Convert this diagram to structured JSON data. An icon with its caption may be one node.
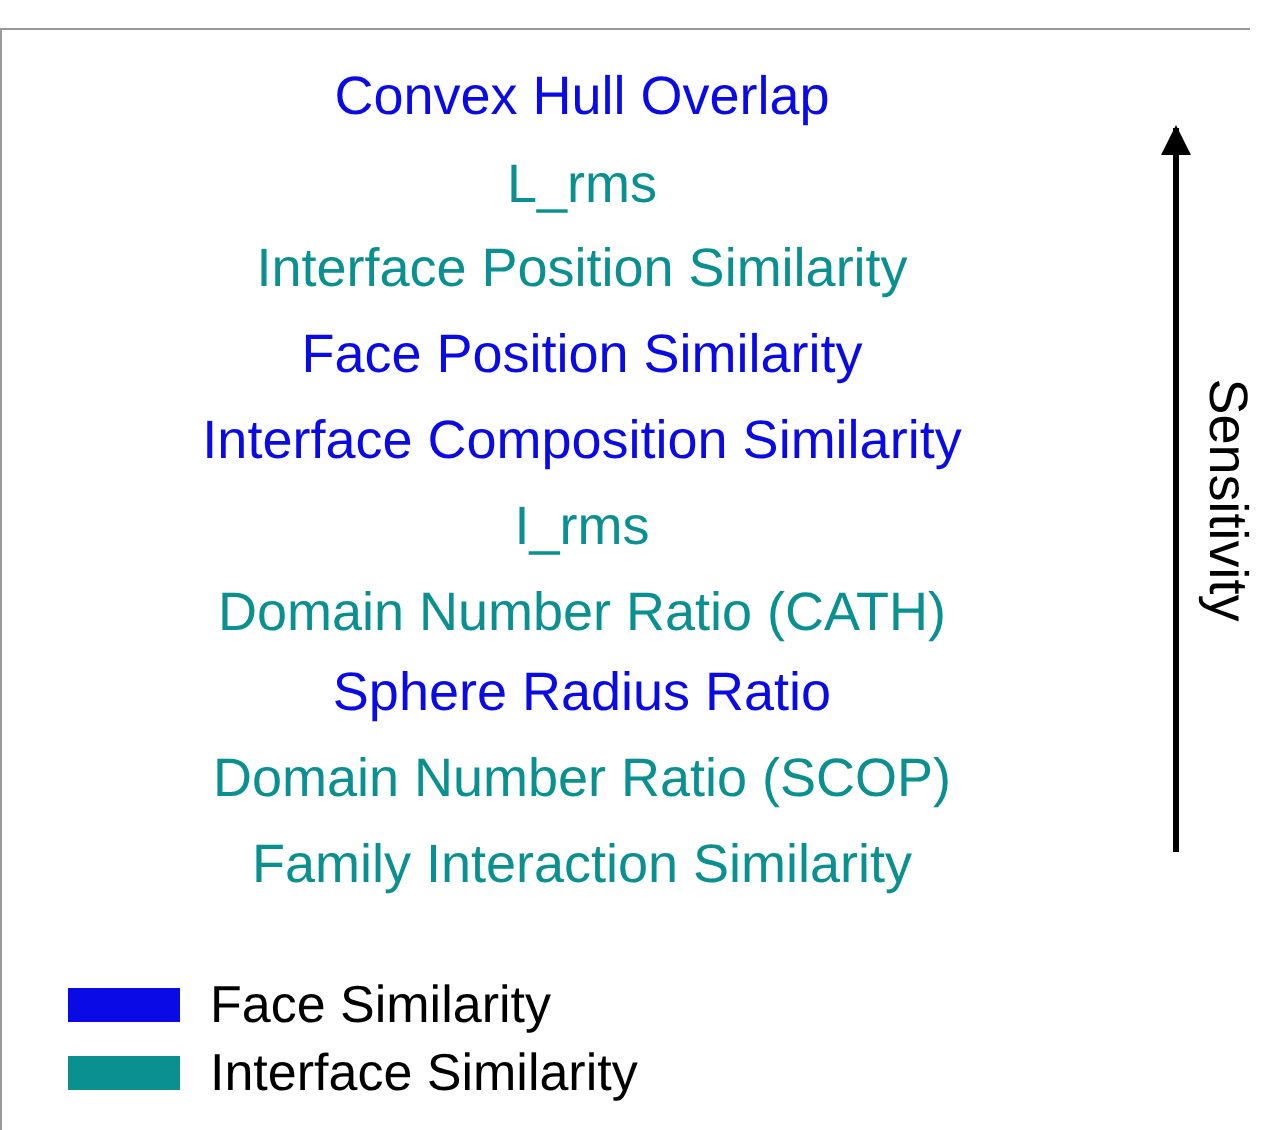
{
  "diagram": {
    "labels": [
      "Convex Hull Overlap",
      "L_rms",
      "Interface Position Similarity",
      "Face Position Similarity",
      "Interface Composition Similarity",
      "I_rms",
      "Domain Number Ratio (CATH)",
      "Sphere Radius Ratio",
      "Domain Number Ratio (SCOP)",
      "Family Interaction Similarity",
      "Sensitivity"
    ],
    "legend": [
      {
        "text": "Face Similarity",
        "color": "#0a0ae6"
      },
      {
        "text": "Interface Similarity",
        "color": "#0a9090"
      }
    ]
  }
}
